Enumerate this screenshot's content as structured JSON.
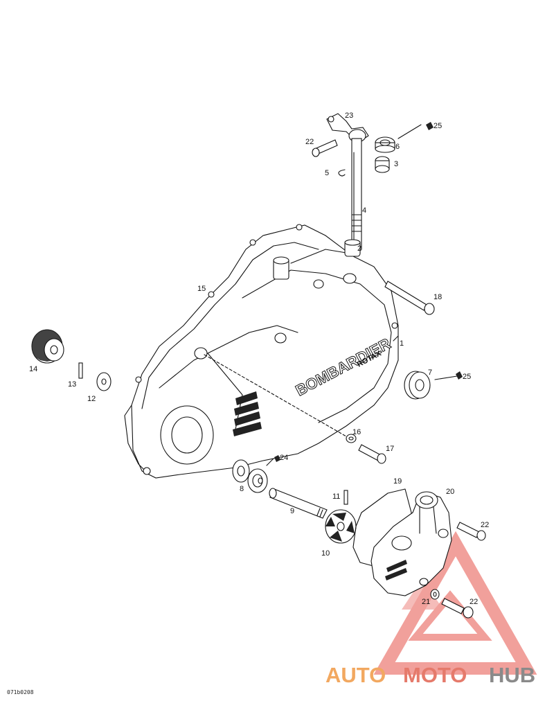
{
  "diagram": {
    "reference_code": "071b0208",
    "cover_brand": "BOMBARDIER",
    "cover_subbrand": "ROTAX",
    "callouts": [
      "1",
      "2",
      "3",
      "4",
      "5",
      "6",
      "7",
      "8",
      "9",
      "10",
      "11",
      "12",
      "13",
      "14",
      "15",
      "16",
      "17",
      "18",
      "19",
      "20",
      "21",
      "22",
      "22",
      "22",
      "23",
      "24",
      "25",
      "25"
    ]
  },
  "watermark": {
    "part1": "AUTO",
    "part2": "MOTO",
    "part3": "HUB",
    "colors": {
      "auto": "#f2a860",
      "moto": "#e57a6b",
      "hub": "#8a8a8a",
      "triangle": "#e8625a"
    }
  }
}
